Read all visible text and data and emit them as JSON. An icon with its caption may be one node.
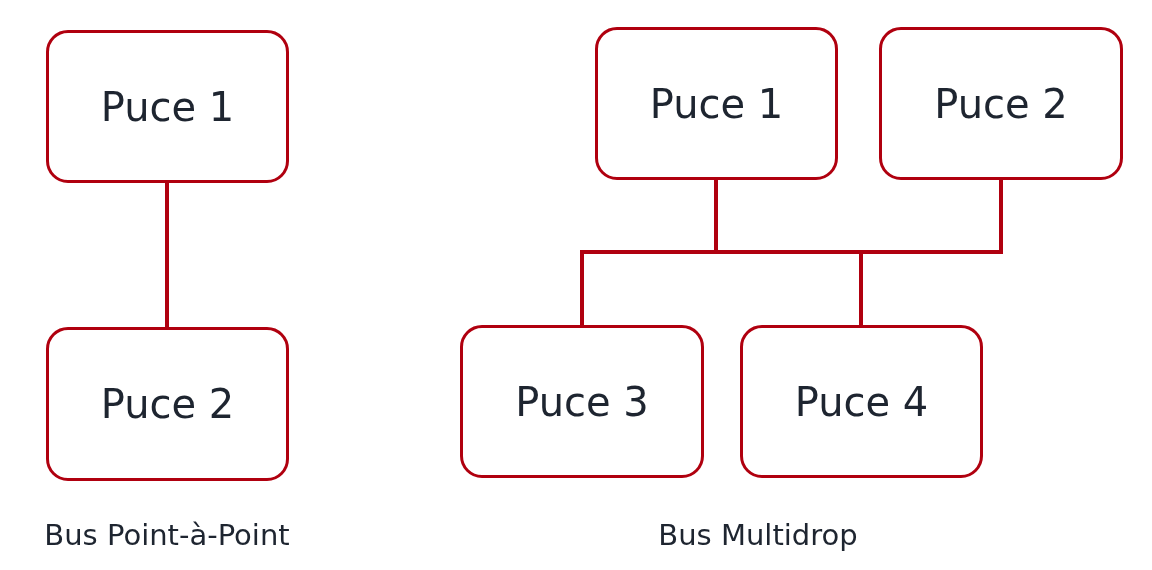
{
  "diagram": {
    "nodes": [
      {
        "text": [
          "Puce 1"
        ]
      },
      {
        "text": [
          "Puce 2"
        ]
      },
      {
        "text": [
          "Puce 1"
        ]
      },
      {
        "text": [
          "Puce 2"
        ]
      },
      {
        "text": [
          "Puce 3"
        ]
      },
      {
        "text": [
          "Puce 4"
        ]
      }
    ],
    "edges": [
      {
        "from": 0,
        "to": 1,
        "arrow": "none"
      },
      {
        "from": 2,
        "to": 4,
        "arrow": "none"
      },
      {
        "from": 2,
        "to": 5,
        "arrow": "none"
      },
      {
        "from": 3,
        "to": 4,
        "arrow": "none"
      },
      {
        "from": 3,
        "to": 5,
        "arrow": "none"
      }
    ],
    "labels": [
      "Bus Point-à-Point",
      "Bus Multidrop"
    ]
  }
}
